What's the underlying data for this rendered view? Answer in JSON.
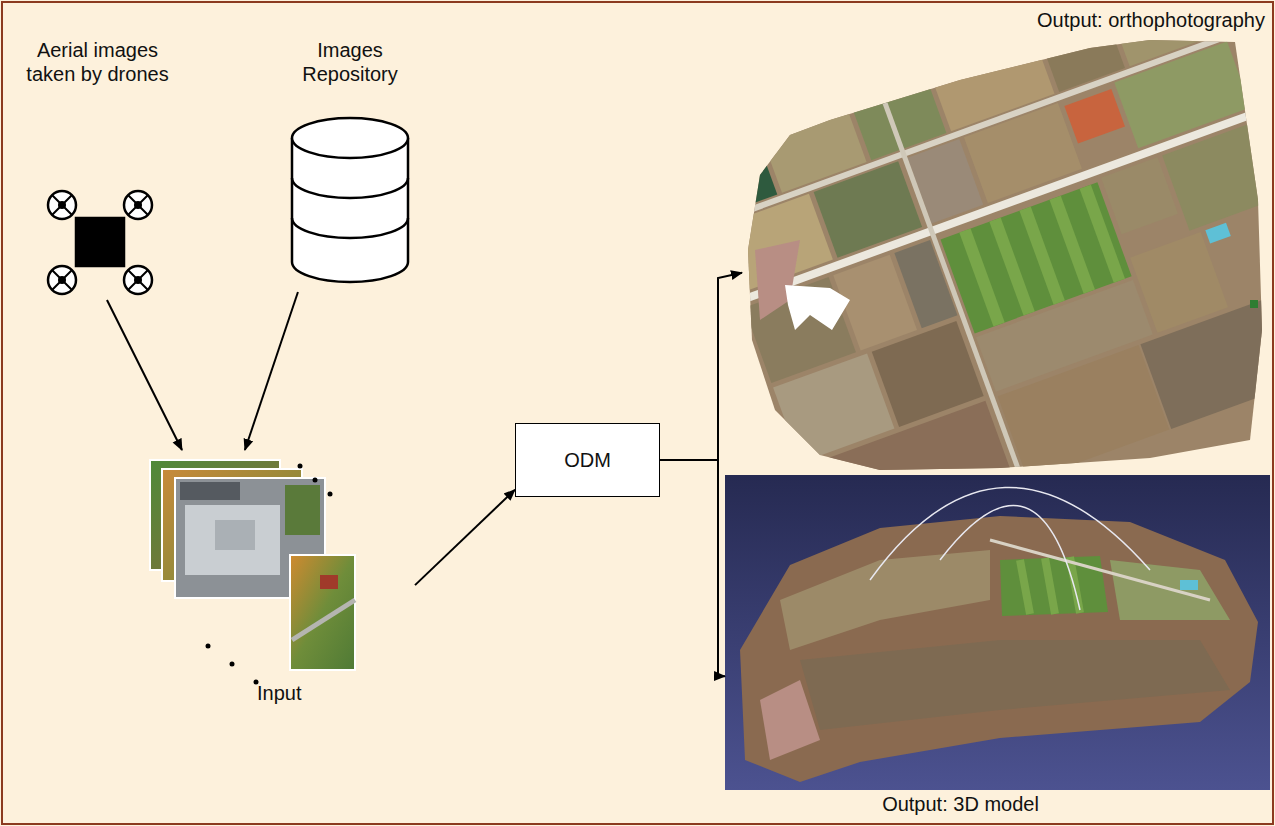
{
  "diagram": {
    "nodes": [
      {
        "text": [
          "Aerial images taken by drones"
        ]
      },
      {
        "text": [
          "Images Repository"
        ]
      },
      {
        "text": [
          "Input"
        ]
      },
      {
        "text": [
          "ODM"
        ]
      },
      {
        "text": [
          "Output: orthophotography"
        ]
      },
      {
        "text": [
          "Output: 3D model"
        ]
      }
    ],
    "edges": [
      {
        "from": 0,
        "to": 2,
        "arrow": "to"
      },
      {
        "from": 1,
        "to": 2,
        "arrow": "to"
      },
      {
        "from": 2,
        "to": 3,
        "arrow": "to"
      },
      {
        "from": 3,
        "to": 4,
        "arrow": "to"
      },
      {
        "from": 3,
        "to": 5,
        "arrow": "to"
      }
    ]
  }
}
